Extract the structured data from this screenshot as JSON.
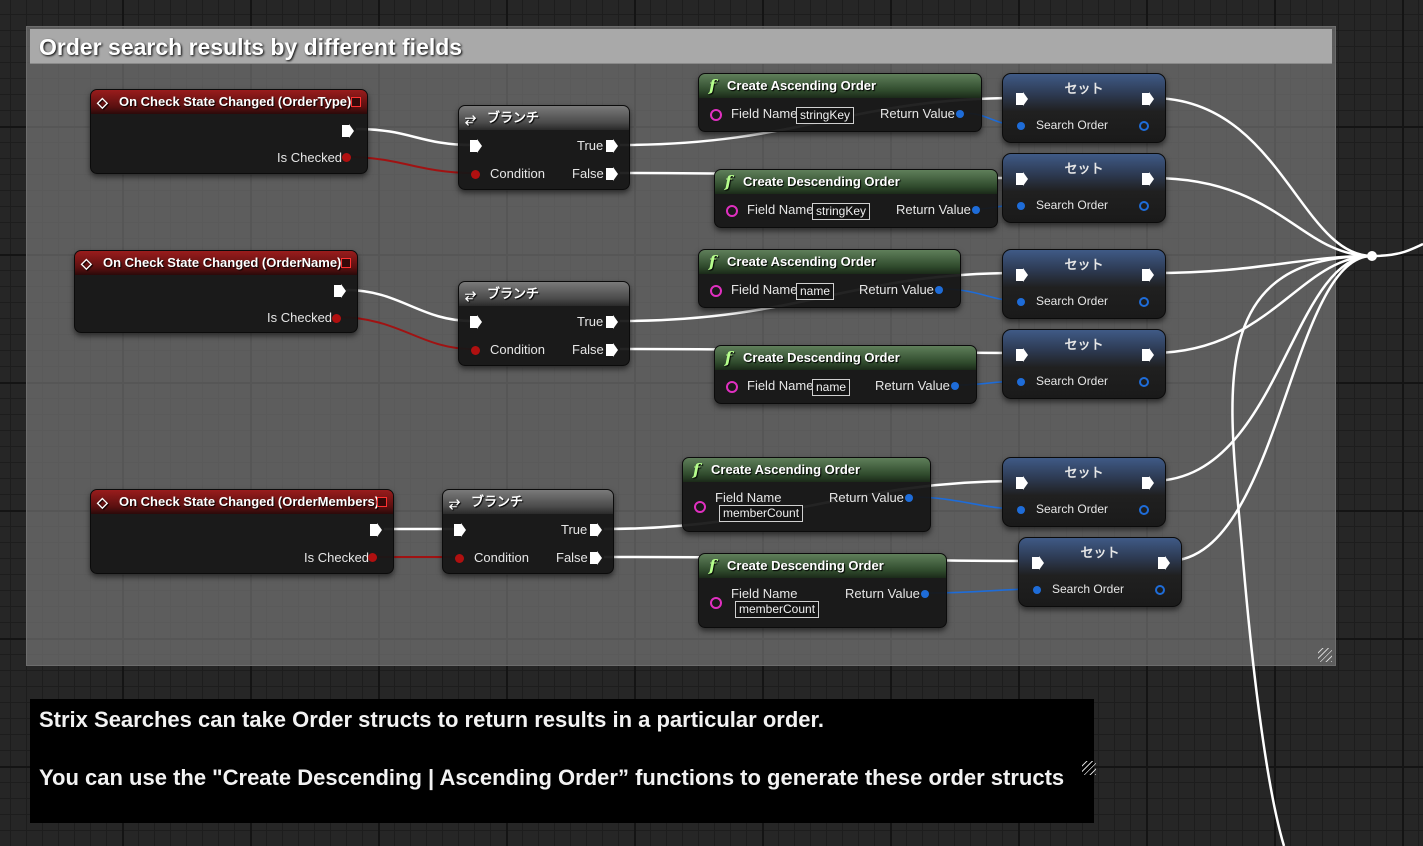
{
  "comment": {
    "title": "Order search results by different fields"
  },
  "description": {
    "line1": "Strix Searches can take Order structs to return results in a particular order.",
    "line2": "You can use the \"Create Descending | Ascending Order” functions to generate these order structs"
  },
  "labels": {
    "branch": "ブランチ",
    "true": "True",
    "false": "False",
    "condition": "Condition",
    "is_checked": "Is Checked",
    "create_ascending": "Create Ascending Order",
    "create_descending": "Create Descending Order",
    "field_name": "Field Name",
    "return_value": "Return Value",
    "set": "セット",
    "search_order": "Search Order"
  },
  "events": [
    {
      "title": "On Check State Changed (OrderType)"
    },
    {
      "title": "On Check State Changed (OrderName)"
    },
    {
      "title": "On Check State Changed (OrderMembers)"
    }
  ],
  "field_values": {
    "order_type": "stringKey",
    "order_name": "name",
    "order_members": "memberCount"
  },
  "colors": {
    "event_header": "#9a1c1c",
    "function_header": "#2f4a2c",
    "struct_pin": "#1e6cd8",
    "string_pin": "#e030c0",
    "bool_pin": "#b01010"
  },
  "icons": {
    "event": "event-diamond-icon",
    "branch": "branch-icon",
    "function": "function-f-icon"
  }
}
